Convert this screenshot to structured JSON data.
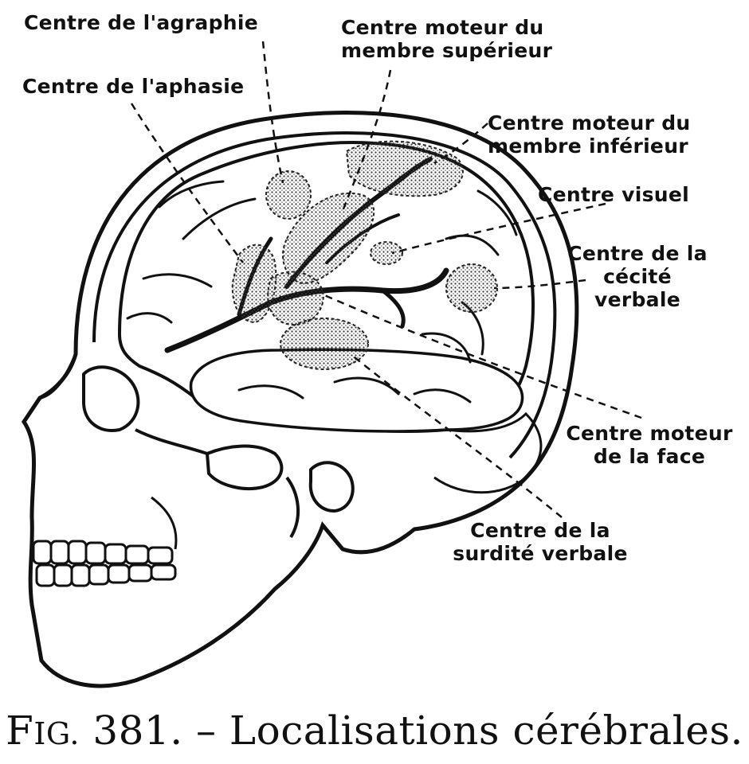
{
  "labels": {
    "agraphie": "Centre de l'agraphie",
    "aphasie": "Centre de l'aphasie",
    "moteur_sup_1": "Centre moteur du",
    "moteur_sup_2": "membre supérieur",
    "moteur_inf_1": "Centre moteur du",
    "moteur_inf_2": "membre inférieur",
    "visuel": "Centre visuel",
    "cecite_1": "Centre de la",
    "cecite_2": "cécité",
    "cecite_3": "verbale",
    "face_1": "Centre moteur",
    "face_2": "de la face",
    "surdite_1": "Centre de la",
    "surdite_2": "surdité verbale"
  },
  "caption": {
    "fig_first": "F",
    "fig_rest": "IG.",
    "text": "381. – Localisations cérébrales."
  },
  "colors": {
    "ink": "#111111",
    "stipple": "#8a8a8a",
    "paper": "#ffffff"
  }
}
